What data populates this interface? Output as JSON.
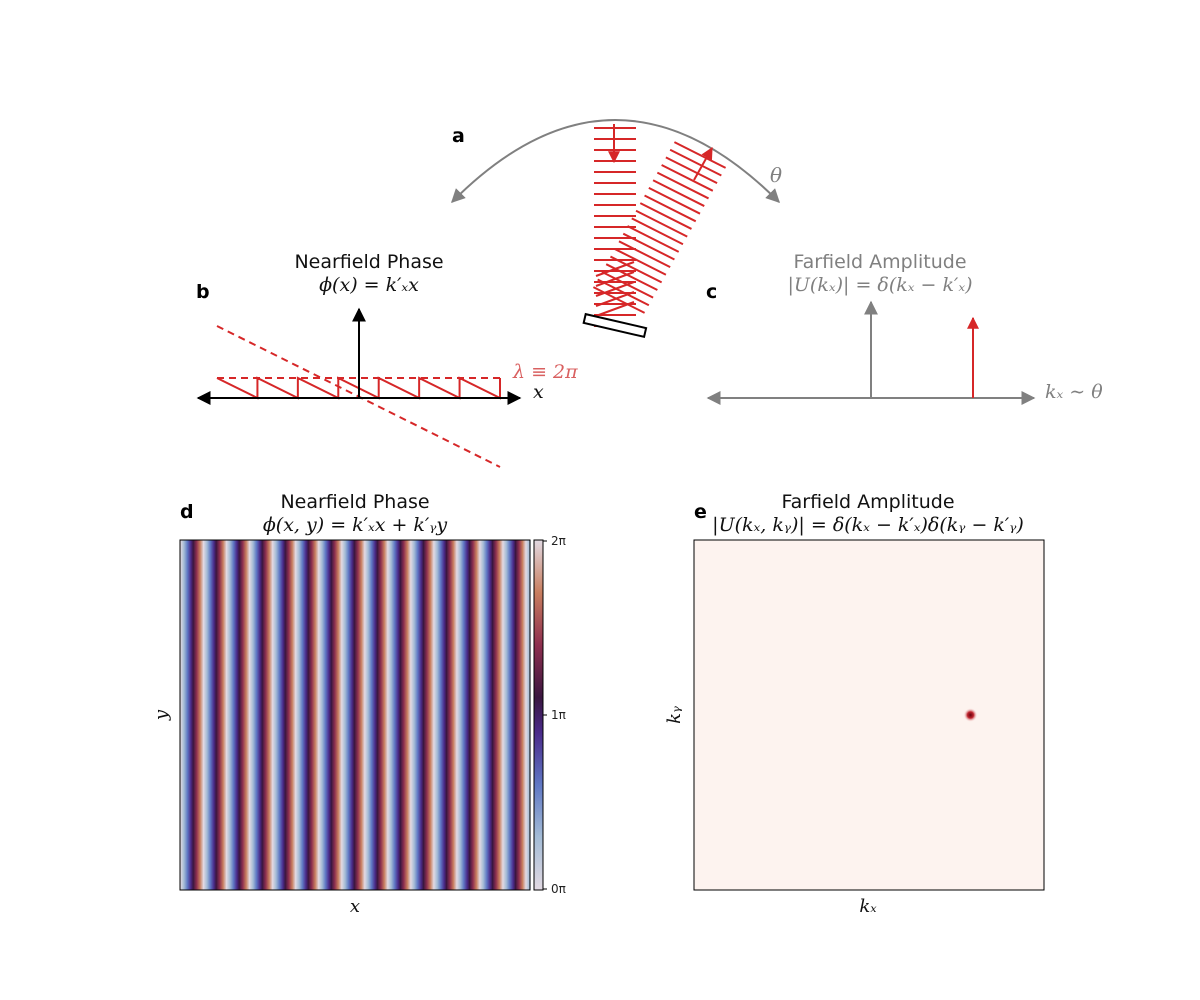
{
  "panels": {
    "a": {
      "letter": "a",
      "angle_label": "θ"
    },
    "b": {
      "letter": "b",
      "title": "Nearfield Phase",
      "formula": "ϕ(x) = k′ₓx",
      "axis_label": "x",
      "wrap_label": "λ ≡ 2π"
    },
    "c": {
      "letter": "c",
      "title": "Farfield Amplitude",
      "formula": "|U(kₓ)| = δ(kₓ − k′ₓ)",
      "axis_label": "kₓ ∼ θ"
    },
    "d": {
      "letter": "d",
      "title": "Nearfield Phase",
      "formula": "ϕ(x, y) = k′ₓx + k′ᵧy",
      "xlabel": "x",
      "ylabel": "y",
      "colorbar_ticks": [
        "2π",
        "1π",
        "0π"
      ]
    },
    "e": {
      "letter": "e",
      "title": "Farfield Amplitude",
      "formula": "|U(kₓ, kᵧ)| = δ(kₓ − k′ₓ)δ(kᵧ − k′ᵧ)",
      "xlabel": "kₓ",
      "ylabel": "kᵧ"
    }
  },
  "chart_data": [
    {
      "type": "heatmap",
      "stripe_periods": 15.2,
      "value_range": [
        "0π",
        "2π"
      ],
      "colormap": "twilight"
    },
    {
      "type": "heatmap",
      "peak": {
        "kx": 0.79,
        "ky": 0.5
      },
      "background": "#fdf3ef",
      "peak_color": "#b2182b"
    }
  ],
  "colors": {
    "red": "#d62728",
    "gray": "#808080",
    "black": "#000000"
  }
}
